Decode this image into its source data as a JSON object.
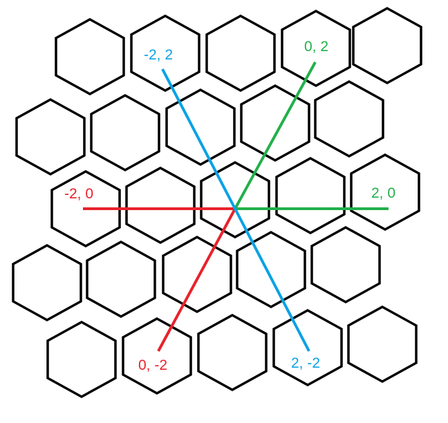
{
  "colors": {
    "background": "#ffffff",
    "hex_outline": "#000000",
    "red": "#e8222b",
    "green": "#22b04a",
    "blue": "#0aa2e4"
  },
  "grid": {
    "rows": 5,
    "columns": 5,
    "tile_shape": "hexagon",
    "orientation": "pointy-top",
    "row_style": "offset staggered rows"
  },
  "axes": [
    {
      "id": "neg2-0",
      "label": "-2, 0",
      "color": "red"
    },
    {
      "id": "0-neg2",
      "label": "0, -2",
      "color": "red"
    },
    {
      "id": "2-0",
      "label": "2, 0",
      "color": "green"
    },
    {
      "id": "0-2",
      "label": "0, 2",
      "color": "green"
    },
    {
      "id": "neg2-2",
      "label": "-2, 2",
      "color": "blue"
    },
    {
      "id": "2-neg2",
      "label": "2, -2",
      "color": "blue"
    }
  ]
}
